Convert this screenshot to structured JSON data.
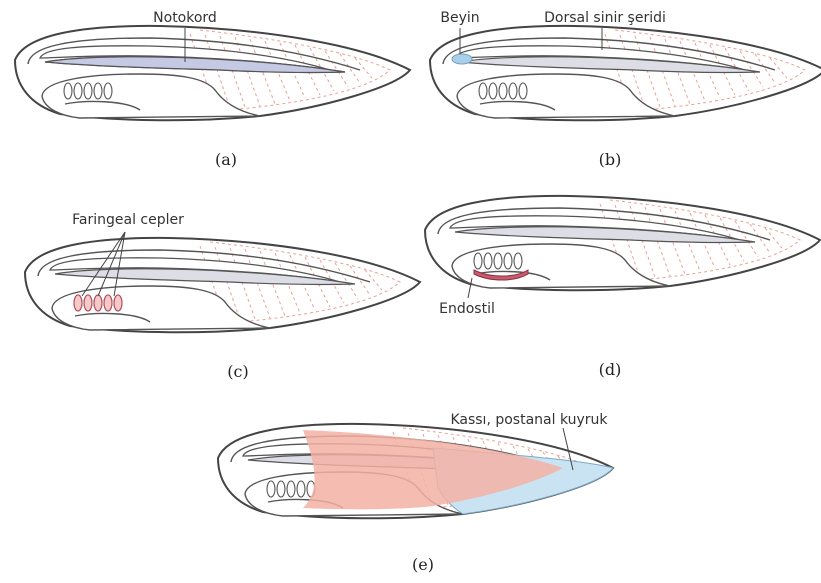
{
  "panels": [
    {
      "id": "a",
      "caption": "(a)",
      "labels": [
        "Notokord"
      ],
      "highlight": "notochord"
    },
    {
      "id": "b",
      "caption": "(b)",
      "labels": [
        "Beyin",
        "Dorsal sinir şeridi"
      ],
      "highlight": "nerve-cord"
    },
    {
      "id": "c",
      "caption": "(c)",
      "labels": [
        "Faringeal cepler"
      ],
      "highlight": "pharyngeal-slits"
    },
    {
      "id": "d",
      "caption": "(d)",
      "labels": [
        "Endostil"
      ],
      "highlight": "endostyle"
    },
    {
      "id": "e",
      "caption": "(e)",
      "labels": [
        "Kassı, postanal kuyruk"
      ],
      "highlight": "postanal-tail"
    }
  ],
  "colors": {
    "outline": "#444444",
    "muscle_lines": "#e8a195",
    "notochord": "#c6c9e4",
    "brain": "#a9d0e8",
    "pharyngeal_slits": "#f6c9c9",
    "endostyle": "#c95a6e",
    "tail": "#c9e3f3",
    "muscle_fill": "#f3b2a5"
  }
}
